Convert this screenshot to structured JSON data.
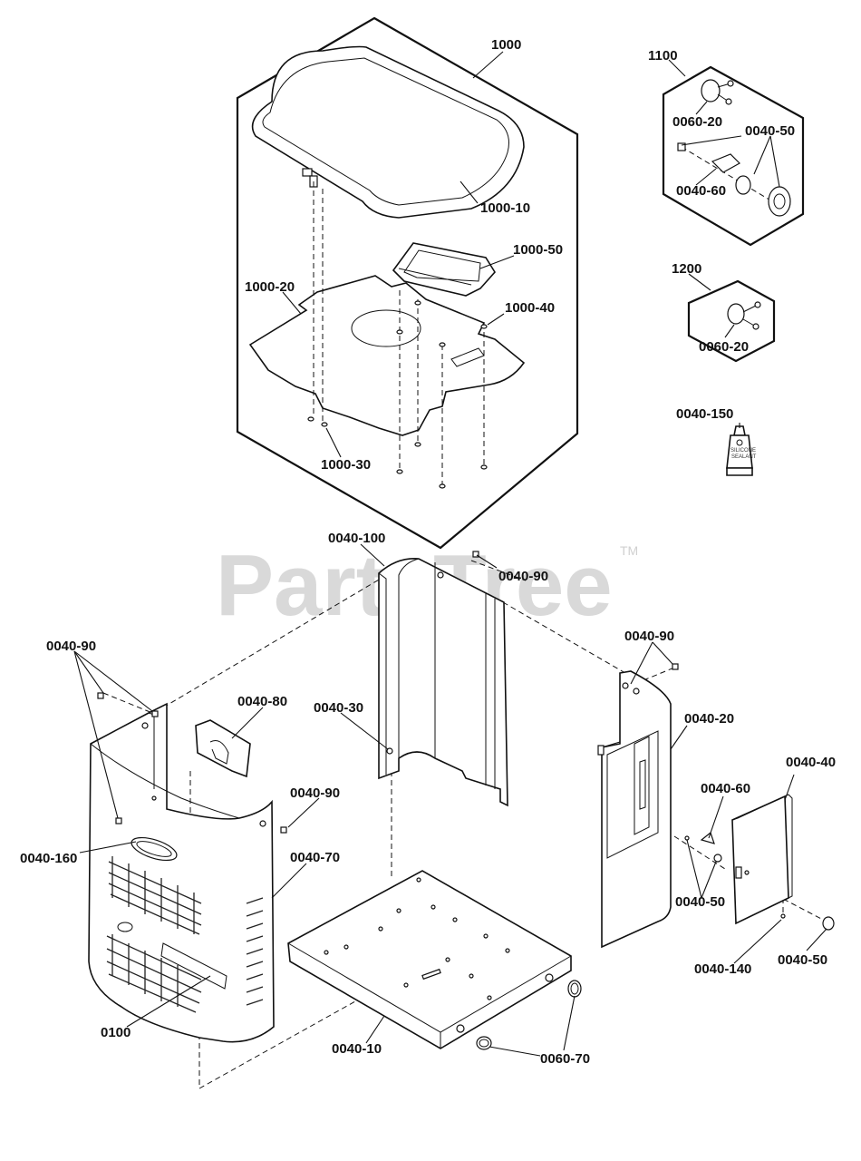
{
  "watermark": {
    "text": "PartsTree",
    "trademark": "TM"
  },
  "tube": {
    "lines": [
      "SILICONE",
      "SEALANT"
    ]
  },
  "callouts": {
    "c1000": "1000",
    "c1000_10": "1000-10",
    "c1000_20": "1000-20",
    "c1000_30": "1000-30",
    "c1000_40": "1000-40",
    "c1000_50": "1000-50",
    "c1100": "1100",
    "c1200": "1200",
    "c0060_20_a": "0060-20",
    "c0060_20_b": "0060-20",
    "c0040_50_a": "0040-50",
    "c0040_60_a": "0040-60",
    "c0040_150": "0040-150",
    "c0040_100": "0040-100",
    "c0040_90_a": "0040-90",
    "c0040_90_b": "0040-90",
    "c0040_90_c": "0040-90",
    "c0040_90_d": "0040-90",
    "c0040_80": "0040-80",
    "c0040_30": "0040-30",
    "c0040_20": "0040-20",
    "c0040_40": "0040-40",
    "c0040_60_b": "0040-60",
    "c0040_160": "0040-160",
    "c0040_70": "0040-70",
    "c0040_50_b": "0040-50",
    "c0040_50_c": "0040-50",
    "c0040_140": "0040-140",
    "c0100": "0100",
    "c0040_10": "0040-10",
    "c0060_70": "0060-70"
  }
}
